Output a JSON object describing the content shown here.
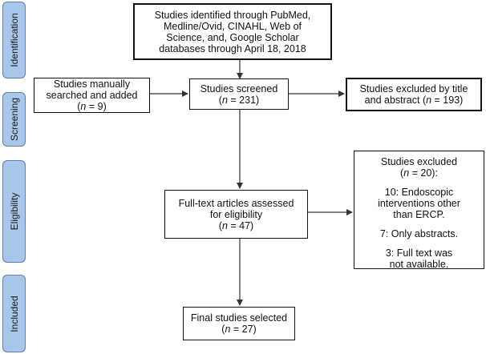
{
  "phases": {
    "identification": "Identification",
    "screening": "Screening",
    "eligibility": "Eligibility",
    "included": "Included"
  },
  "boxes": {
    "identified": {
      "lines": [
        "Studies identified through PubMed,",
        "Medline/Ovid, CINAHL, Web of",
        "Science, and, Google Scholar",
        "databases through April 18, 2018"
      ]
    },
    "manual": {
      "lines": [
        "Studies manually",
        "searched and added"
      ],
      "count_prefix": "(",
      "n": "n",
      "count_suffix": " = 9)"
    },
    "screened": {
      "lines": [
        "Studies screened"
      ],
      "count_prefix": "(",
      "n": "n",
      "count_suffix": " = 231)"
    },
    "excluded_title": {
      "lines": [
        "Studies excluded by title"
      ],
      "last_line_prefix": "and abstract (",
      "n": "n",
      "count_suffix": " = 193)"
    },
    "fulltext": {
      "lines": [
        "Full-text articles assessed",
        "for eligibility"
      ],
      "count_prefix": "(",
      "n": "n",
      "count_suffix": " = 47)"
    },
    "excluded": {
      "line1": "Studies excluded",
      "count_prefix": "(",
      "n": "n",
      "count_suffix": " = 20):",
      "reason1": [
        "10: Endoscopic",
        "interventions other",
        "than ERCP."
      ],
      "reason2": [
        "7: Only abstracts."
      ],
      "reason3": [
        "3: Full text was",
        "not available."
      ]
    },
    "final": {
      "lines": [
        "Final studies selected"
      ],
      "count_prefix": "(",
      "n": "n",
      "count_suffix": " = 27)"
    }
  },
  "colors": {
    "phase_fill": "#a9c7ea",
    "phase_border": "#5b7fb4",
    "box_border": "#111111",
    "arrow": "#333333"
  }
}
